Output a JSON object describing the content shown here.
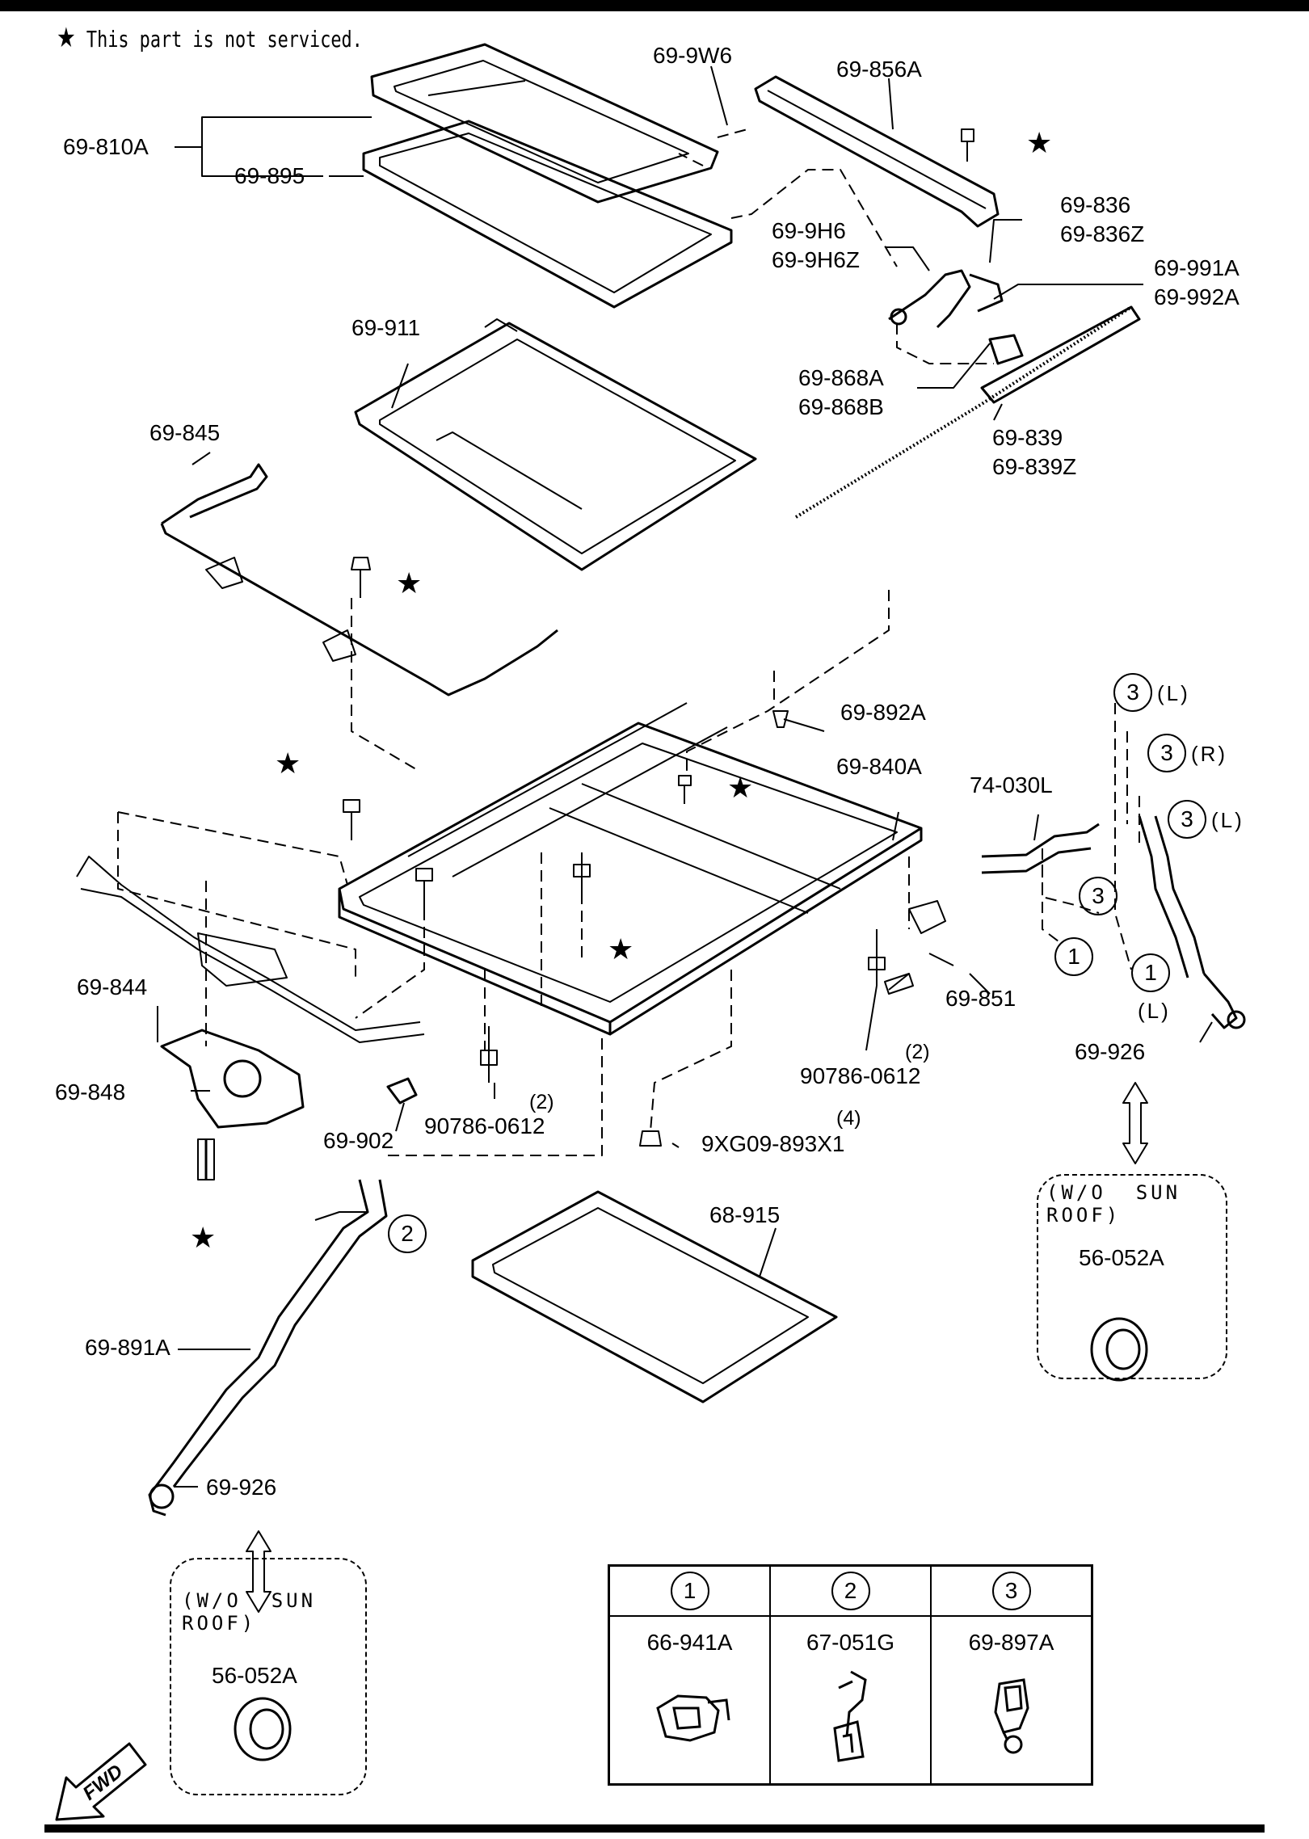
{
  "note": {
    "star": "★",
    "text": "This part is not serviced."
  },
  "star_symbol": "★",
  "parts": {
    "p_69_9W6": "69-9W6",
    "p_69_856A": "69-856A",
    "p_69_810A": "69-810A",
    "p_69_895": "69-895",
    "p_69_836": "69-836",
    "p_69_836Z": "69-836Z",
    "p_69_9H6": "69-9H6",
    "p_69_9H6Z": "69-9H6Z",
    "p_69_991A": "69-991A",
    "p_69_992A": "69-992A",
    "p_69_911": "69-911",
    "p_69_868A": "69-868A",
    "p_69_868B": "69-868B",
    "p_69_845": "69-845",
    "p_69_839": "69-839",
    "p_69_839Z": "69-839Z",
    "p_69_892A": "69-892A",
    "p_69_840A": "69-840A",
    "p_74_030L": "74-030L",
    "p_69_844": "69-844",
    "p_69_851": "69-851",
    "p_69_926_right": "69-926",
    "p_90786_0612_right": "90786-0612",
    "qty_90786_right": "(2)",
    "p_69_848": "69-848",
    "p_69_902": "69-902",
    "p_90786_0612_left": "90786-0612",
    "qty_90786_left": "(2)",
    "p_9XG09_893X1": "9XG09-893X1",
    "qty_9XG09": "(4)",
    "p_68_915": "68-915",
    "p_69_891A": "69-891A",
    "p_69_926_left": "69-926"
  },
  "callouts": {
    "c3_L_top": {
      "num": "3",
      "side": "(L)"
    },
    "c3_R": {
      "num": "3",
      "side": "(R)"
    },
    "c3_L_mid": {
      "num": "3",
      "side": "(L)"
    },
    "c3_plain": {
      "num": "3"
    },
    "c1_a": {
      "num": "1"
    },
    "c1_b": {
      "num": "1",
      "side": "(L)"
    },
    "c2": {
      "num": "2"
    }
  },
  "alt_right": {
    "condition": "(W/O  SUN\nROOF)",
    "part": "56-052A"
  },
  "alt_left": {
    "condition": "(W/O  SUN\nROOF)",
    "part": "56-052A"
  },
  "legend": [
    {
      "num": "1",
      "part": "66-941A"
    },
    {
      "num": "2",
      "part": "67-051G"
    },
    {
      "num": "3",
      "part": "69-897A"
    }
  ],
  "fwd": "FWD"
}
